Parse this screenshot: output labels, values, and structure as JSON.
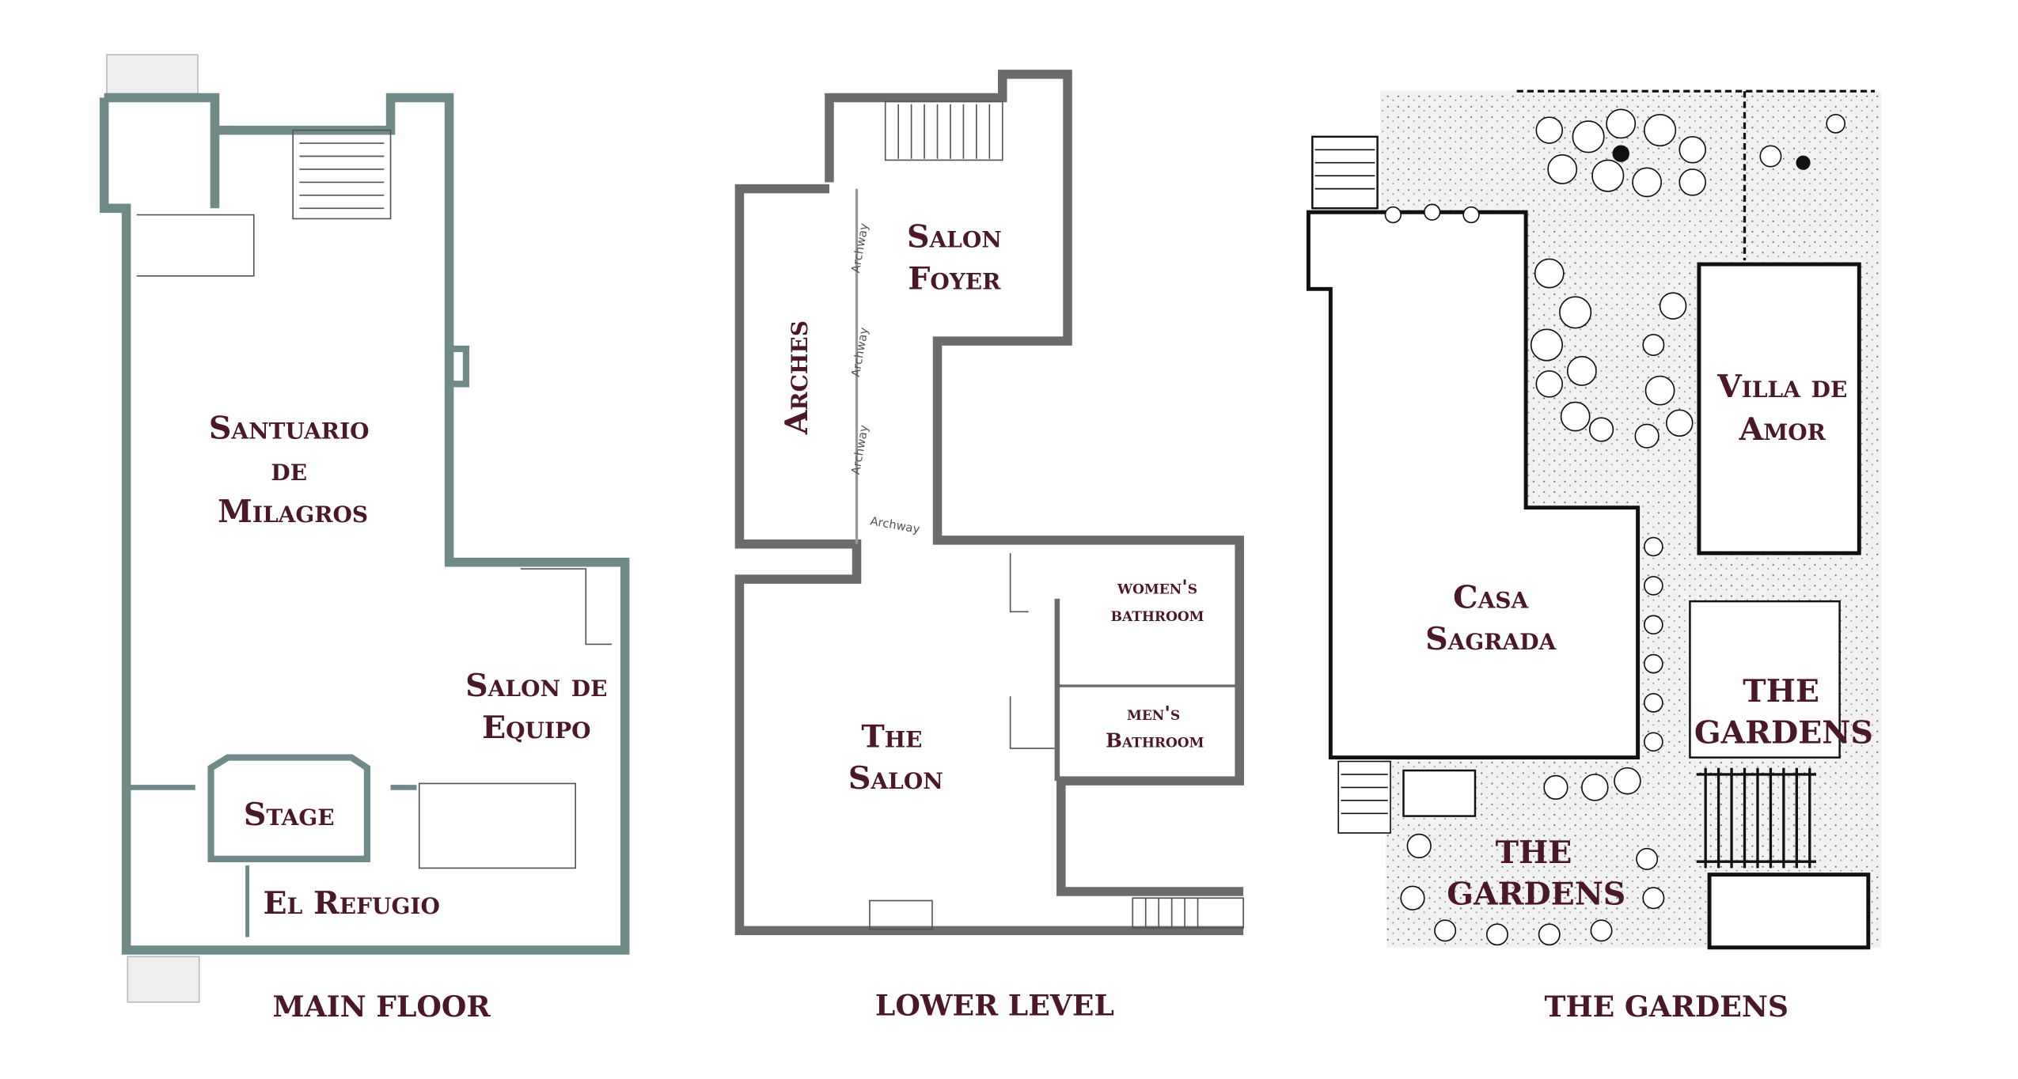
{
  "main_floor": {
    "caption": "MAIN FLOOR",
    "rooms": {
      "santuario_1": "Santuario",
      "santuario_2": "de",
      "santuario_3": "Milagros",
      "salon_equipo_1": "Salon de",
      "salon_equipo_2": "Equipo",
      "stage": "Stage",
      "el_refugio": "El Refugio"
    },
    "wall_color": "#6f8a87"
  },
  "lower_level": {
    "caption": "LOWER LEVEL",
    "rooms": {
      "salon_foyer_1": "Salon",
      "salon_foyer_2": "Foyer",
      "arches": "Arches",
      "the_salon_1": "The",
      "the_salon_2": "Salon",
      "womens_1": "women's",
      "womens_2": "bathroom",
      "mens_1": "men's",
      "mens_2": "Bathroom"
    },
    "archway_label": "Archway",
    "wall_color": "#6b6b6b"
  },
  "gardens": {
    "caption": "THE GARDENS",
    "rooms": {
      "casa_1": "Casa",
      "casa_2": "Sagrada",
      "villa_1": "Villa de",
      "villa_2": "Amor",
      "gardens_right_1": "THE",
      "gardens_right_2": "GARDENS",
      "gardens_bottom_1": "THE",
      "gardens_bottom_2": "GARDENS"
    }
  },
  "colors": {
    "label": "#4a1828"
  }
}
